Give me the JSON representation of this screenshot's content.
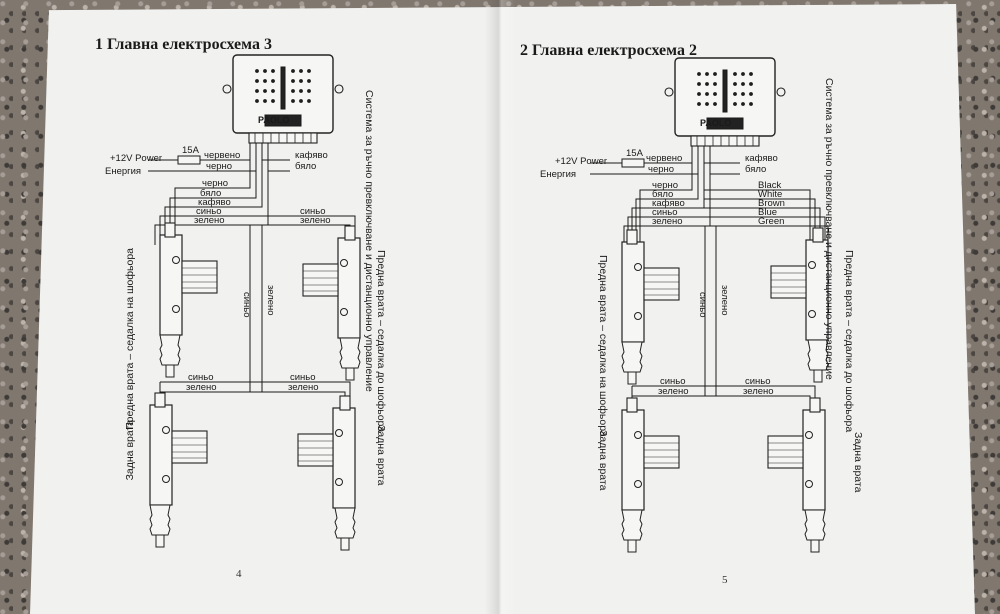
{
  "left_page": {
    "title": "1 Главна електросхема 3",
    "page_number": "4",
    "module_brand": "PAOLO",
    "power_label": "+12V Power",
    "fuse_label": "15A",
    "energy_label": "Енергия",
    "wire_red": "червено",
    "wire_black": "черно",
    "wire_brown_right": "кафяво",
    "wire_white_right": "бяло",
    "bundle_black": "черно",
    "bundle_white": "бяло",
    "bundle_brown": "кафяво",
    "bundle_blue": "синьо",
    "bundle_green": "зелено",
    "right_blue": "синьо",
    "right_green": "зелено",
    "vert_blue": "синьо",
    "vert_green": "зелено",
    "rear_blue_left": "синьо",
    "rear_green_left": "зелено",
    "rear_blue_right": "синьо",
    "rear_green_right": "зелено",
    "side_label": "Система за ръчно превключване и дистанционно управление",
    "front_left_label": "Предна врата – седалка на шофьора",
    "front_right_label": "Предна врата – седалка до шофьора",
    "rear_left_label": "Задна врата",
    "rear_right_label": "Задна врата"
  },
  "right_page": {
    "title": "2 Главна електросхема 2",
    "page_number": "5",
    "module_brand": "PAOLO",
    "power_label": "+12V Power",
    "fuse_label": "15A",
    "energy_label": "Енергия",
    "wire_red": "червено",
    "wire_black": "черно",
    "wire_brown_right": "кафяво",
    "wire_white_right": "бяло",
    "bundle_black": "черно",
    "bundle_white": "бяло",
    "bundle_brown": "кафяво",
    "bundle_blue": "синьо",
    "bundle_green": "зелено",
    "eng_black": "Black",
    "eng_white": "White",
    "eng_brown": "Brown",
    "eng_blue": "Blue",
    "eng_green": "Green",
    "vert_blue": "синьо",
    "vert_green": "зелено",
    "rear_blue_left": "синьо",
    "rear_green_left": "зелено",
    "rear_blue_right": "синьо",
    "rear_green_right": "зелено",
    "side_label": "Система за ръчно превключване и дистанционно управление",
    "front_left_label": "Предна врата – седалка на шофьора",
    "front_right_label": "Предна врата – седалка до шофьора",
    "rear_left_label": "Задна врата",
    "rear_right_label": "Задна врата"
  }
}
